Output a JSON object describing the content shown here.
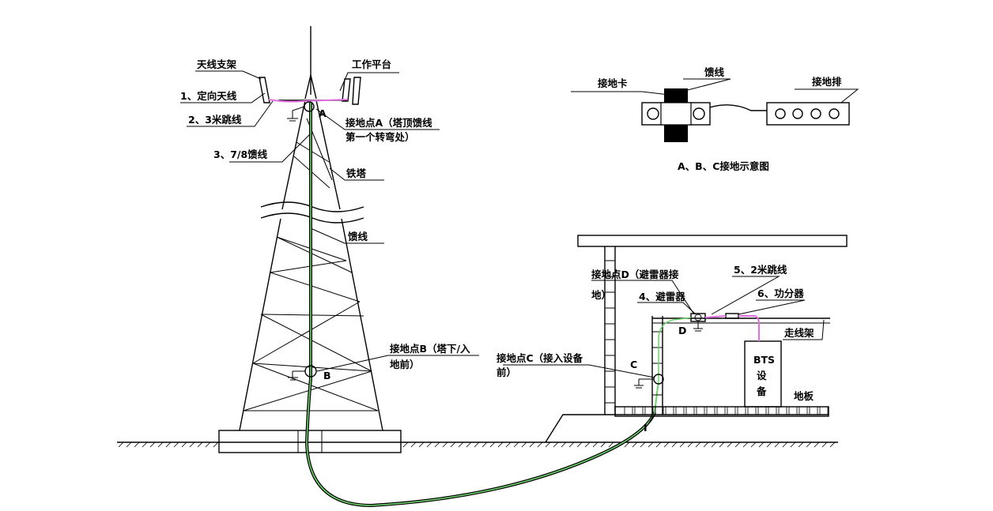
{
  "labels": {
    "antenna_bracket": "天线支架",
    "work_platform": "工作平台",
    "directional_antenna": "1、定向天线",
    "jumper_3m": "2、3米跳线",
    "point_a_line1": "接地点A（塔顶馈线",
    "point_a_line2": "第一个转弯处）",
    "point_a_letter": "A",
    "feeder_78": "3、7/8馈线",
    "iron_tower": "铁塔",
    "feeder_mid": "馈线",
    "point_b_line1": "接地点B（塔下/入",
    "point_b_line2": "地前）",
    "point_b_letter": "B",
    "point_c_line1": "接地点C（接入设备",
    "point_c_line2": "前）",
    "point_c_letter": "C",
    "point_d_line1": "接地点D（避雷器接",
    "point_d_line2": "地）",
    "point_d_letter": "D",
    "jumper_2m": "5、2米跳线",
    "arrester": "4、避雷器",
    "power_splitter": "6、功分器",
    "cable_rack": "走线架",
    "bts_1": "BTS",
    "bts_2": "设",
    "bts_3": "备",
    "floor": "地板",
    "wall_entry_mark": "I",
    "inset_grounding_clip": "接地卡",
    "inset_feeder": "馈线",
    "inset_grounding_bar": "接地排",
    "inset_caption": "A、B、C接地示意图"
  },
  "colors": {
    "feeder_line": "#6fd46f",
    "jumper_line": "#e070e0",
    "stroke": "#000000"
  }
}
